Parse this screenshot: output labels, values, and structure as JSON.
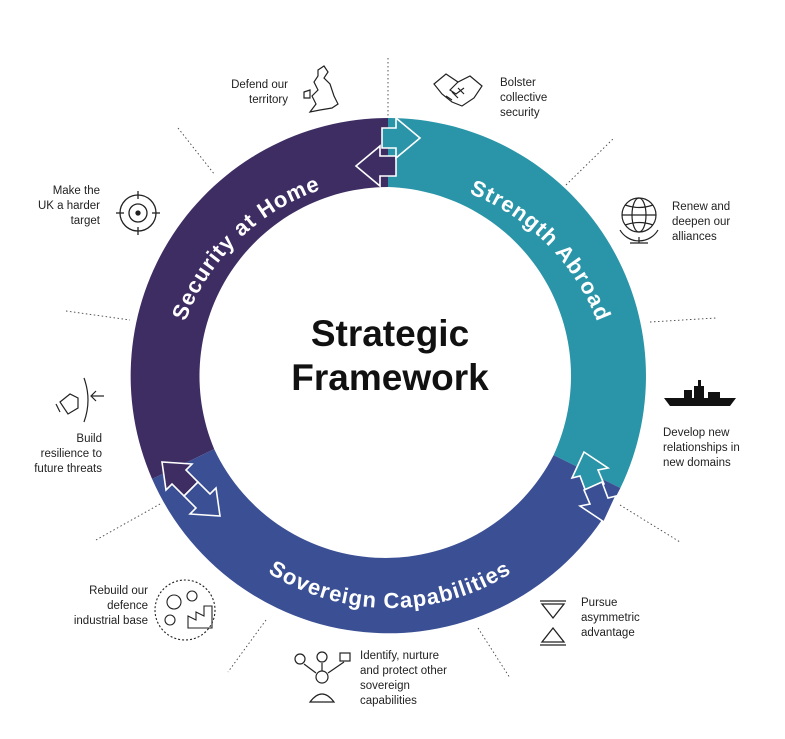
{
  "center": {
    "line1": "Strategic",
    "line2": "Framework"
  },
  "segments": {
    "home": "Security  at  Home",
    "abroad": "Strength Abroad",
    "sovereign": "Sovereign  Capabilities"
  },
  "colors": {
    "home": "#3e2d63",
    "abroad": "#2a95a8",
    "sovereign": "#3a4f94"
  },
  "items": {
    "defend": "Defend our territory",
    "bolster": "Bolster collective security",
    "renew": "Renew and deepen our alliances",
    "develop": "Develop new relationships in new domains",
    "pursue": "Pursue asymmetric advantage",
    "identify": "Identify, nurture and protect other sovereign capabilities",
    "rebuild": "Rebuild our defence industrial base",
    "resilience": "Build resilience to future threats",
    "harder": "Make the UK a harder target"
  },
  "icons": {
    "defend": "uk-map-icon",
    "bolster": "handshake-icon",
    "renew": "globe-icon",
    "develop": "warship-icon",
    "pursue": "hourglass-icon",
    "identify": "capabilities-person-icon",
    "rebuild": "gears-factory-icon",
    "resilience": "shield-hand-icon",
    "harder": "target-icon"
  }
}
